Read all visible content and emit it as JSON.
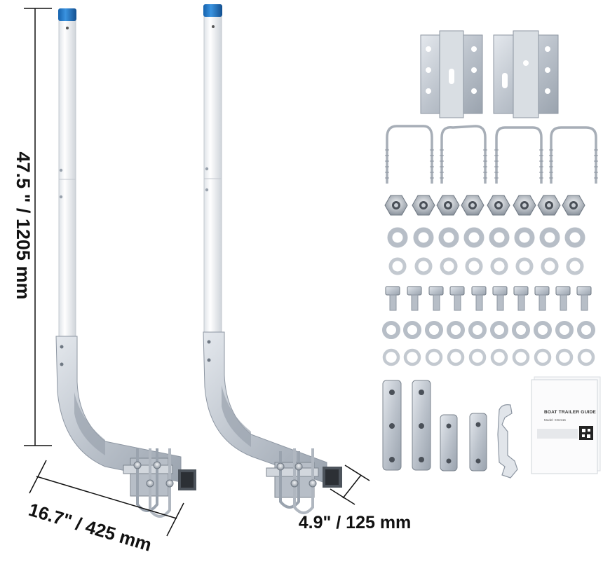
{
  "dimensions": {
    "height_label": "47.5 \" / 1205 mm",
    "length_label": "16.7\" / 425 mm",
    "width_label": "4.9\" / 125 mm"
  },
  "manual": {
    "title": "BOAT TRAILER GUIDE",
    "model": "Model: XG2116"
  },
  "colors": {
    "cap_blue": "#1f78c8",
    "pole_white": "#f2f4f6",
    "steel": "#c8ced6",
    "steel_dark": "#8d96a2",
    "dimension_line": "#111111"
  },
  "icons": [
    "guide-pole",
    "mounting-bracket",
    "u-bolt",
    "lock-nut",
    "washer",
    "hex-bolt",
    "connector-sleeve",
    "wrench",
    "manual-booklet"
  ]
}
